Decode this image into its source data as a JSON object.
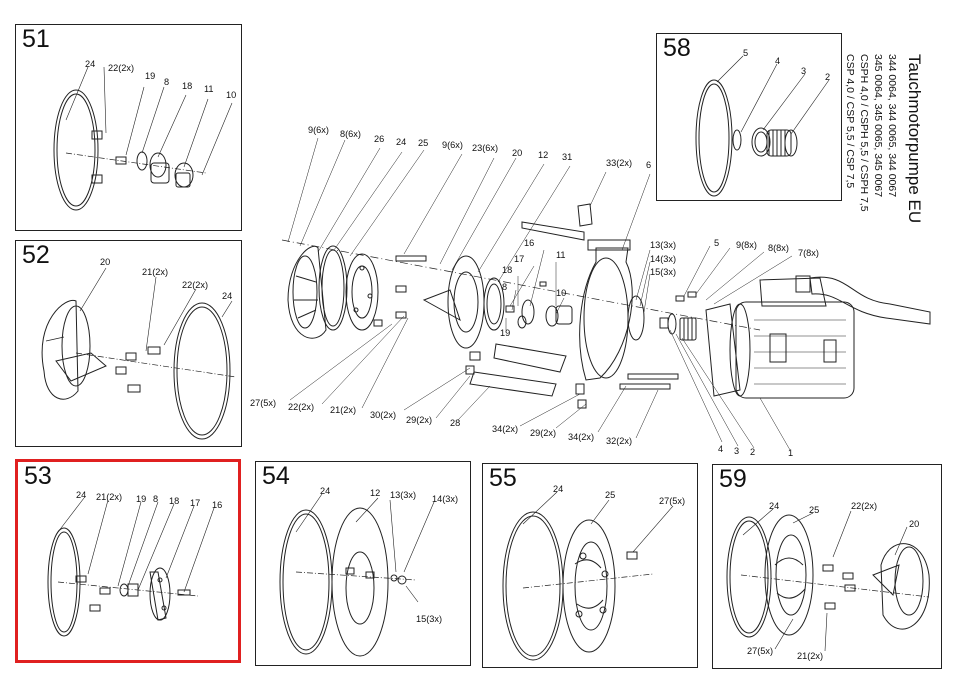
{
  "title": {
    "heading": "Tauchmotorpumpe EU",
    "articles_line1": "344 0064, 344 0065, 344 0067",
    "articles_line2": "345 0064, 345 0065, 345 0067",
    "models_line1": "CSPH 4,0 / CSPH 5,5 / CSPH 7,5",
    "models_line2": "CSP 4,0  /  CSP 5,5  /  CSP 7,5"
  },
  "panels": {
    "p51": "51",
    "p52": "52",
    "p53": "53",
    "p54": "54",
    "p55": "55",
    "p58": "58",
    "p59": "59"
  },
  "highlight_color": "#e02020",
  "labels": {
    "p51": [
      "24",
      "22(2x)",
      "19",
      "8",
      "18",
      "11",
      "10"
    ],
    "p52": [
      "20",
      "21(2x)",
      "22(2x)",
      "24"
    ],
    "p53": [
      "24",
      "21(2x)",
      "19",
      "8",
      "18",
      "17",
      "16"
    ],
    "p54": [
      "24",
      "12",
      "13(3x)",
      "14(3x)",
      "15(3x)"
    ],
    "p55": [
      "24",
      "25",
      "27(5x)"
    ],
    "p58": [
      "5",
      "4",
      "3",
      "2"
    ],
    "p59": [
      "24",
      "25",
      "22(2x)",
      "20",
      "27(5x)",
      "21(2x)"
    ],
    "main": [
      "9(6x)",
      "8(6x)",
      "26",
      "24",
      "25",
      "9(6x)",
      "23(6x)",
      "20",
      "12",
      "31",
      "33(2x)",
      "6",
      "17",
      "16",
      "11",
      "18",
      "8",
      "10",
      "19",
      "13(3x)",
      "14(3x)",
      "15(3x)",
      "5",
      "9(8x)",
      "8(8x)",
      "7(8x)",
      "27(5x)",
      "22(2x)",
      "21(2x)",
      "30(2x)",
      "29(2x)",
      "28",
      "34(2x)",
      "29(2x)",
      "34(2x)",
      "32(2x)",
      "4",
      "3",
      "2",
      "1"
    ]
  }
}
